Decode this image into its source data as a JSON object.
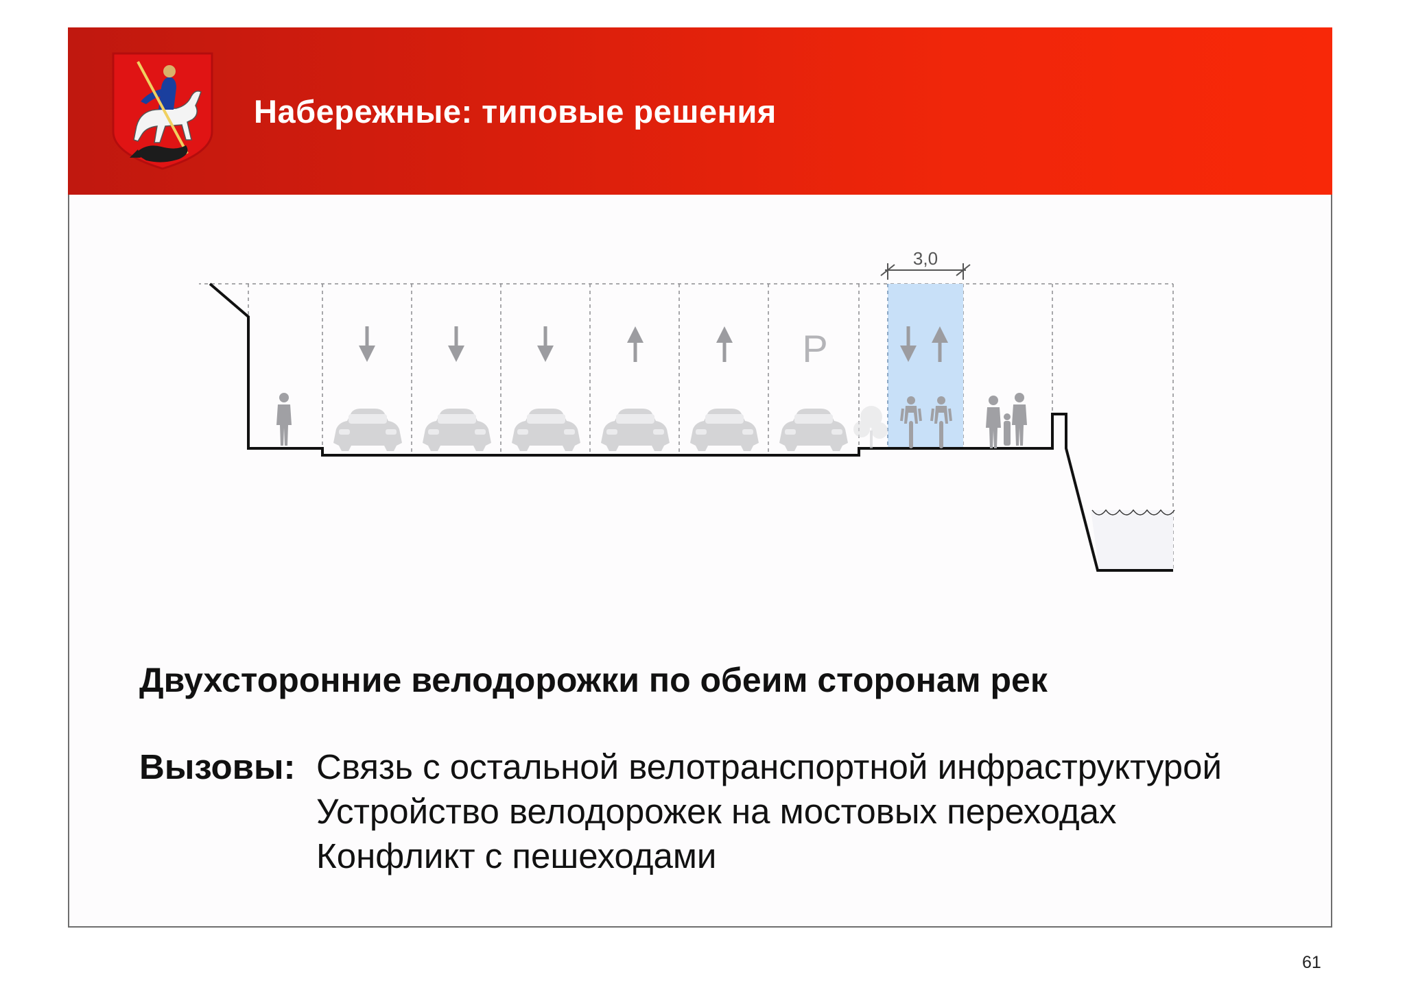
{
  "header": {
    "title": "Набережные: типовые решения",
    "colors": {
      "band_left": "#c0180f",
      "band_right": "#f82808"
    }
  },
  "diagram": {
    "dimension_label": "3,0",
    "parking_label": "P",
    "icons": [
      "arrow-down-icon",
      "arrow-up-icon",
      "car-icon",
      "pedestrian-icon",
      "cyclist-icon",
      "family-icon",
      "tree-icon",
      "water-waves-icon"
    ],
    "bike_lane_color": "#c8e0f8"
  },
  "body": {
    "summary": "Двухсторонние велодорожки по обеим сторонам рек",
    "challenges_label": "Вызовы:",
    "challenges": [
      "Связь с остальной велотранспортной инфраструктурой",
      "Устройство велодорожек на мостовых переходах",
      "Конфликт с пешеходами"
    ]
  },
  "footer": {
    "page_number": "61"
  }
}
